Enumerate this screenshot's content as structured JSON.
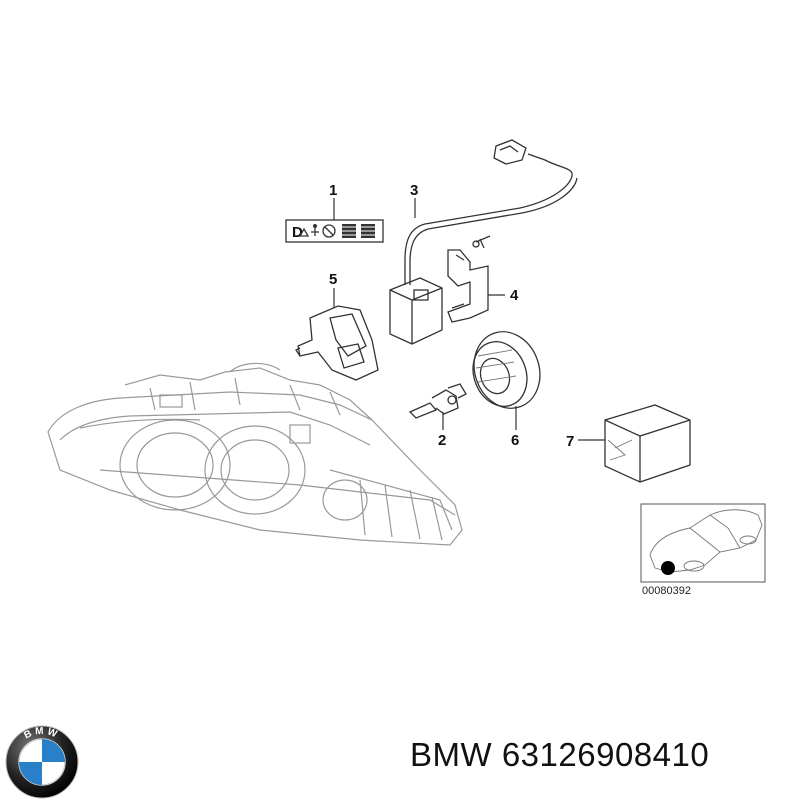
{
  "callouts": [
    "1",
    "2",
    "3",
    "4",
    "5",
    "6",
    "7"
  ],
  "label_text": "D",
  "inset_code": "00080392",
  "logo_text": "BMW",
  "footer": {
    "brand": "BMW",
    "part_number": "63126908410"
  }
}
